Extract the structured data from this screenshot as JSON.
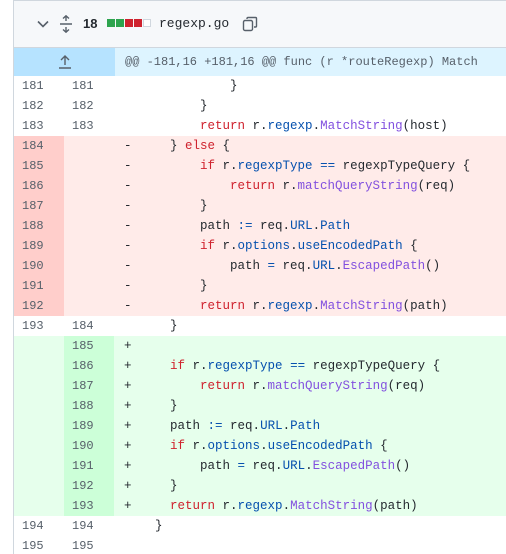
{
  "file": {
    "changes": "18",
    "name": "regexp.go",
    "diffstat": [
      "#2da44e",
      "#2da44e",
      "#cf222e",
      "#cf222e",
      "#d0d7de"
    ]
  },
  "hunk": {
    "header": "@@ -181,16 +181,16 @@ func (r *routeRegexp) Match"
  },
  "lines": [
    {
      "type": "ctx",
      "old": "181",
      "new": "181",
      "sign": "",
      "indent": "            ",
      "tokens": [
        [
          "p",
          "}"
        ]
      ]
    },
    {
      "type": "ctx",
      "old": "182",
      "new": "182",
      "sign": "",
      "indent": "        ",
      "tokens": [
        [
          "p",
          "}"
        ]
      ]
    },
    {
      "type": "ctx",
      "old": "183",
      "new": "183",
      "sign": "",
      "indent": "        ",
      "tokens": [
        [
          "kw",
          "return"
        ],
        [
          "p",
          " r."
        ],
        [
          "ty",
          "regexp"
        ],
        [
          "p",
          "."
        ],
        [
          "fn",
          "MatchString"
        ],
        [
          "p",
          "(host)"
        ]
      ]
    },
    {
      "type": "del",
      "old": "184",
      "new": "",
      "sign": "-",
      "indent": "    ",
      "tokens": [
        [
          "p",
          "} "
        ],
        [
          "kw",
          "else"
        ],
        [
          "p",
          " {"
        ]
      ]
    },
    {
      "type": "del",
      "old": "185",
      "new": "",
      "sign": "-",
      "indent": "        ",
      "tokens": [
        [
          "kw",
          "if"
        ],
        [
          "p",
          " r."
        ],
        [
          "ty",
          "regexpType"
        ],
        [
          "p",
          " "
        ],
        [
          "ty",
          "=="
        ],
        [
          "p",
          " regexpTypeQuery {"
        ]
      ]
    },
    {
      "type": "del",
      "old": "186",
      "new": "",
      "sign": "-",
      "indent": "            ",
      "tokens": [
        [
          "kw",
          "return"
        ],
        [
          "p",
          " r."
        ],
        [
          "fn",
          "matchQueryString"
        ],
        [
          "p",
          "(req)"
        ]
      ]
    },
    {
      "type": "del",
      "old": "187",
      "new": "",
      "sign": "-",
      "indent": "        ",
      "tokens": [
        [
          "p",
          "}"
        ]
      ]
    },
    {
      "type": "del",
      "old": "188",
      "new": "",
      "sign": "-",
      "indent": "        ",
      "tokens": [
        [
          "p",
          "path "
        ],
        [
          "ty",
          ":="
        ],
        [
          "p",
          " req."
        ],
        [
          "ty",
          "URL"
        ],
        [
          "p",
          "."
        ],
        [
          "ty",
          "Path"
        ]
      ]
    },
    {
      "type": "del",
      "old": "189",
      "new": "",
      "sign": "-",
      "indent": "        ",
      "tokens": [
        [
          "kw",
          "if"
        ],
        [
          "p",
          " r."
        ],
        [
          "ty",
          "options"
        ],
        [
          "p",
          "."
        ],
        [
          "ty",
          "useEncodedPath"
        ],
        [
          "p",
          " {"
        ]
      ]
    },
    {
      "type": "del",
      "old": "190",
      "new": "",
      "sign": "-",
      "indent": "            ",
      "tokens": [
        [
          "p",
          "path "
        ],
        [
          "ty",
          "="
        ],
        [
          "p",
          " req."
        ],
        [
          "ty",
          "URL"
        ],
        [
          "p",
          "."
        ],
        [
          "fn",
          "EscapedPath"
        ],
        [
          "p",
          "()"
        ]
      ]
    },
    {
      "type": "del",
      "old": "191",
      "new": "",
      "sign": "-",
      "indent": "        ",
      "tokens": [
        [
          "p",
          "}"
        ]
      ]
    },
    {
      "type": "del",
      "old": "192",
      "new": "",
      "sign": "-",
      "indent": "        ",
      "tokens": [
        [
          "kw",
          "return"
        ],
        [
          "p",
          " r."
        ],
        [
          "ty",
          "regexp"
        ],
        [
          "p",
          "."
        ],
        [
          "fn",
          "MatchString"
        ],
        [
          "p",
          "(path)"
        ]
      ]
    },
    {
      "type": "ctx",
      "old": "193",
      "new": "184",
      "sign": "",
      "indent": "    ",
      "tokens": [
        [
          "p",
          "}"
        ]
      ]
    },
    {
      "type": "add",
      "old": "",
      "new": "185",
      "sign": "+",
      "indent": "",
      "tokens": []
    },
    {
      "type": "add",
      "old": "",
      "new": "186",
      "sign": "+",
      "indent": "    ",
      "tokens": [
        [
          "kw",
          "if"
        ],
        [
          "p",
          " r."
        ],
        [
          "ty",
          "regexpType"
        ],
        [
          "p",
          " "
        ],
        [
          "ty",
          "=="
        ],
        [
          "p",
          " regexpTypeQuery {"
        ]
      ]
    },
    {
      "type": "add",
      "old": "",
      "new": "187",
      "sign": "+",
      "indent": "        ",
      "tokens": [
        [
          "kw",
          "return"
        ],
        [
          "p",
          " r."
        ],
        [
          "fn",
          "matchQueryString"
        ],
        [
          "p",
          "(req)"
        ]
      ]
    },
    {
      "type": "add",
      "old": "",
      "new": "188",
      "sign": "+",
      "indent": "    ",
      "tokens": [
        [
          "p",
          "}"
        ]
      ]
    },
    {
      "type": "add",
      "old": "",
      "new": "189",
      "sign": "+",
      "indent": "    ",
      "tokens": [
        [
          "p",
          "path "
        ],
        [
          "ty",
          ":="
        ],
        [
          "p",
          " req."
        ],
        [
          "ty",
          "URL"
        ],
        [
          "p",
          "."
        ],
        [
          "ty",
          "Path"
        ]
      ]
    },
    {
      "type": "add",
      "old": "",
      "new": "190",
      "sign": "+",
      "indent": "    ",
      "tokens": [
        [
          "kw",
          "if"
        ],
        [
          "p",
          " r."
        ],
        [
          "ty",
          "options"
        ],
        [
          "p",
          "."
        ],
        [
          "ty",
          "useEncodedPath"
        ],
        [
          "p",
          " {"
        ]
      ]
    },
    {
      "type": "add",
      "old": "",
      "new": "191",
      "sign": "+",
      "indent": "        ",
      "tokens": [
        [
          "p",
          "path "
        ],
        [
          "ty",
          "="
        ],
        [
          "p",
          " req."
        ],
        [
          "ty",
          "URL"
        ],
        [
          "p",
          "."
        ],
        [
          "fn",
          "EscapedPath"
        ],
        [
          "p",
          "()"
        ]
      ]
    },
    {
      "type": "add",
      "old": "",
      "new": "192",
      "sign": "+",
      "indent": "    ",
      "tokens": [
        [
          "p",
          "}"
        ]
      ]
    },
    {
      "type": "add",
      "old": "",
      "new": "193",
      "sign": "+",
      "indent": "    ",
      "tokens": [
        [
          "kw",
          "return"
        ],
        [
          "p",
          " r."
        ],
        [
          "ty",
          "regexp"
        ],
        [
          "p",
          "."
        ],
        [
          "fn",
          "MatchString"
        ],
        [
          "p",
          "(path)"
        ]
      ]
    },
    {
      "type": "ctx",
      "old": "194",
      "new": "194",
      "sign": "",
      "indent": "  ",
      "tokens": [
        [
          "p",
          "}"
        ]
      ]
    },
    {
      "type": "ctx",
      "old": "195",
      "new": "195",
      "sign": "",
      "indent": "",
      "tokens": []
    }
  ]
}
